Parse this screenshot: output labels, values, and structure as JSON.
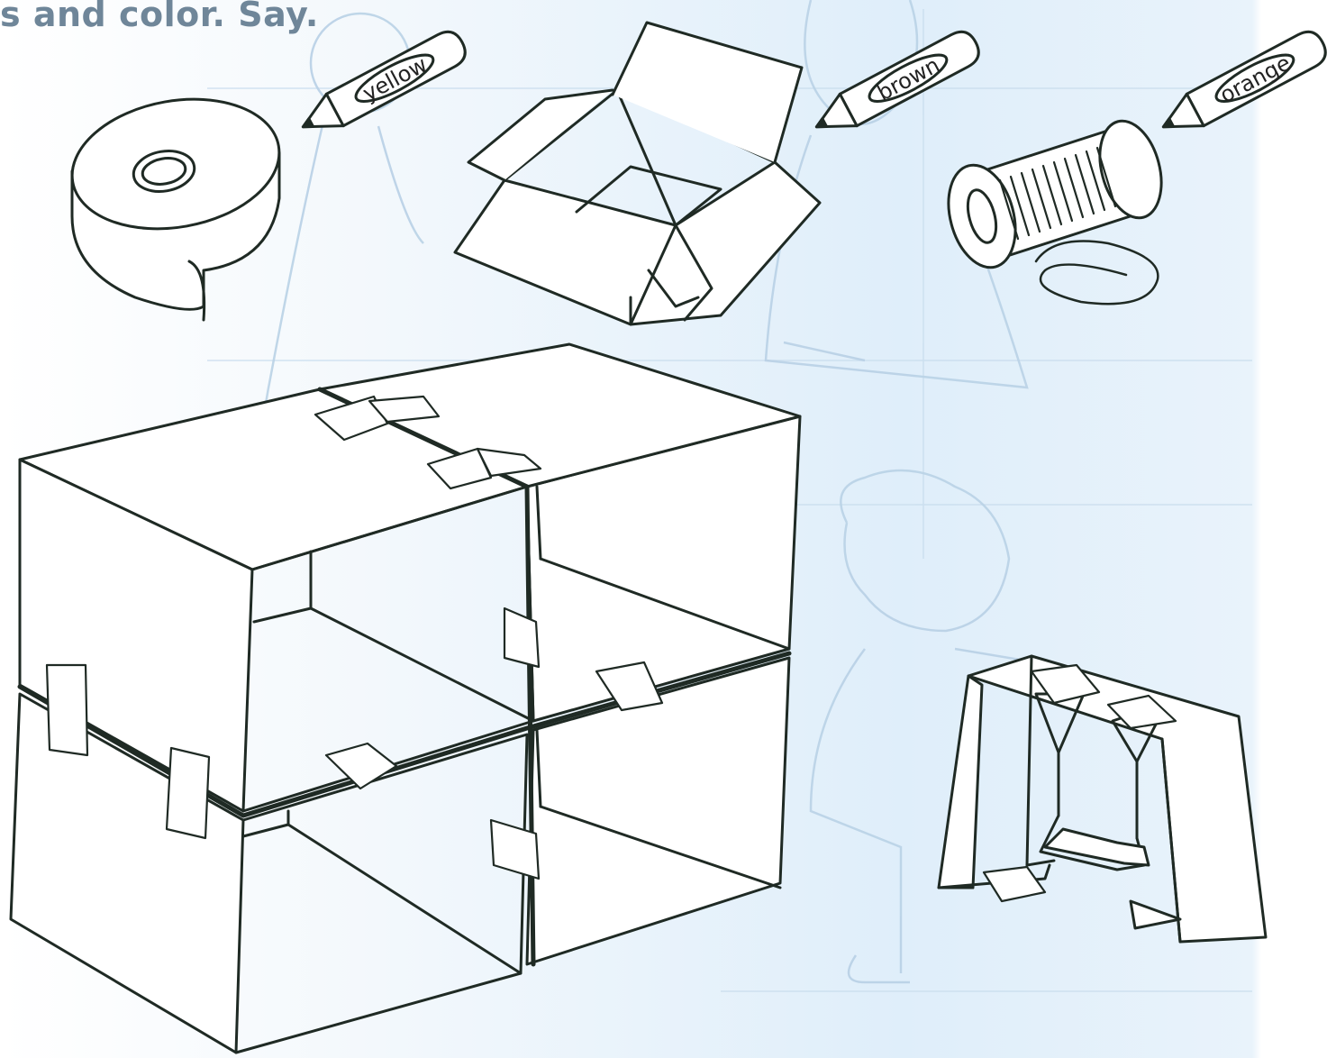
{
  "instruction": "s and color. Say.",
  "crayons": [
    {
      "label": "yellow",
      "color_name": "yellow"
    },
    {
      "label": "brown",
      "color_name": "brown"
    },
    {
      "label": "orange",
      "color_name": "orange"
    }
  ],
  "objects": [
    "tape-roll",
    "open-cardboard-box",
    "string-spool",
    "cardboard-box-house",
    "cardboard-swing"
  ],
  "colors": {
    "line": "#1f2a24",
    "background_tint": "#dfeefa",
    "faded_figure": "#b9d1e6",
    "instruction_text": "#6f8699"
  }
}
